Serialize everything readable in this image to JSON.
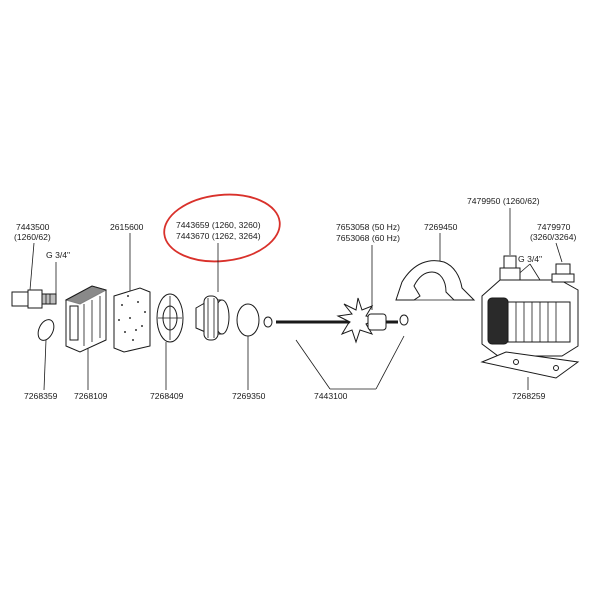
{
  "labels": {
    "p7443500": "7443500",
    "p7443500_sub": "(1260/62)",
    "g34_left": "G 3/4\"",
    "p2615600": "2615600",
    "p7443659": "7443659 (1260, 3260)",
    "p7443670": "7443670 (1262, 3264)",
    "p7653058": "7653058 (50 Hz)",
    "p7653068": "7653068 (60 Hz)",
    "p7269450": "7269450",
    "p7479950": "7479950 (1260/62)",
    "p7479970": "7479970",
    "p7479970_sub": "(3260/3264)",
    "g34_right": "G 3/4\"",
    "p7268359": "7268359",
    "p7268109": "7268109",
    "p7268409": "7268409",
    "p7269350": "7269350",
    "p7443100": "7443100",
    "p7268259": "7268259"
  },
  "highlight": {
    "color": "#d9312b"
  }
}
